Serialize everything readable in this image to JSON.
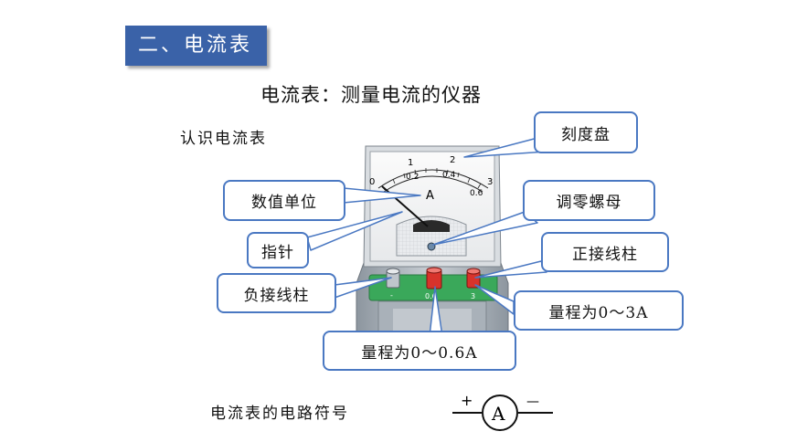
{
  "section": {
    "tag": "二、电流表"
  },
  "headline": "电流表：测量电流的仪器",
  "intro": "认识电流表",
  "meter": {
    "scale_top": [
      "0",
      "1",
      "2",
      "3"
    ],
    "scale_bottom": [
      "0.2",
      "0.4",
      "0.6"
    ],
    "unit": "A",
    "terminal_labels": [
      "-",
      "0.6",
      "3"
    ],
    "colors": {
      "base_green": "#3aa85a",
      "terminal_red": "#d8332b",
      "terminal_silver": "#bfc5cc"
    }
  },
  "callouts": {
    "dial": "刻度盘",
    "unit": "数值单位",
    "zero_adjust": "调零螺母",
    "pointer": "指针",
    "positive": "正接线柱",
    "negative": "负接线柱",
    "range_3": "量程为0～3A",
    "range_06": "量程为0～0.6A"
  },
  "symbol": {
    "caption": "电流表的电路符号",
    "letter": "A",
    "plus": "+",
    "minus": "—"
  },
  "colors": {
    "tag_bg": "#3a62a8",
    "callout_border": "#4a78c2",
    "leader_fill": "#2f6fd6"
  }
}
